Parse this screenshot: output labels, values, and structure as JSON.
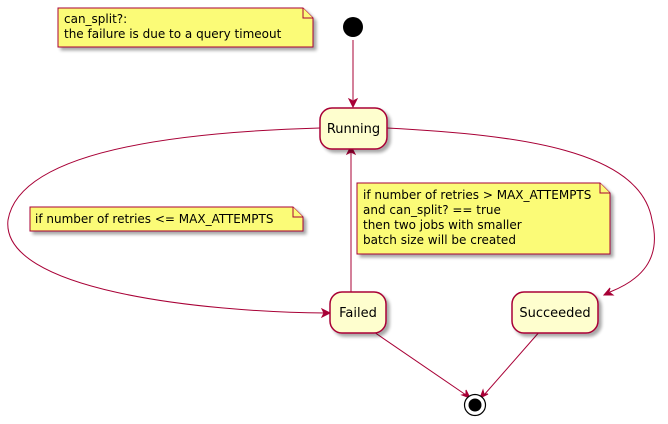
{
  "diagram": {
    "notes": {
      "can_split": [
        "can_split?:",
        "the failure is due to a query timeout"
      ],
      "retry": [
        "if number of retries <= MAX_ATTEMPTS"
      ],
      "split": [
        "if number of retries > MAX_ATTEMPTS",
        "and can_split? == true",
        "then two jobs with smaller",
        "batch size will be created"
      ]
    },
    "states": {
      "running": "Running",
      "failed": "Failed",
      "succeeded": "Succeeded"
    },
    "colors": {
      "state_fill": "#FEFECE",
      "state_border": "#A80036",
      "note_fill": "#FBFB77",
      "note_border": "#A80036",
      "edge": "#A80036",
      "node": "#000000"
    }
  }
}
